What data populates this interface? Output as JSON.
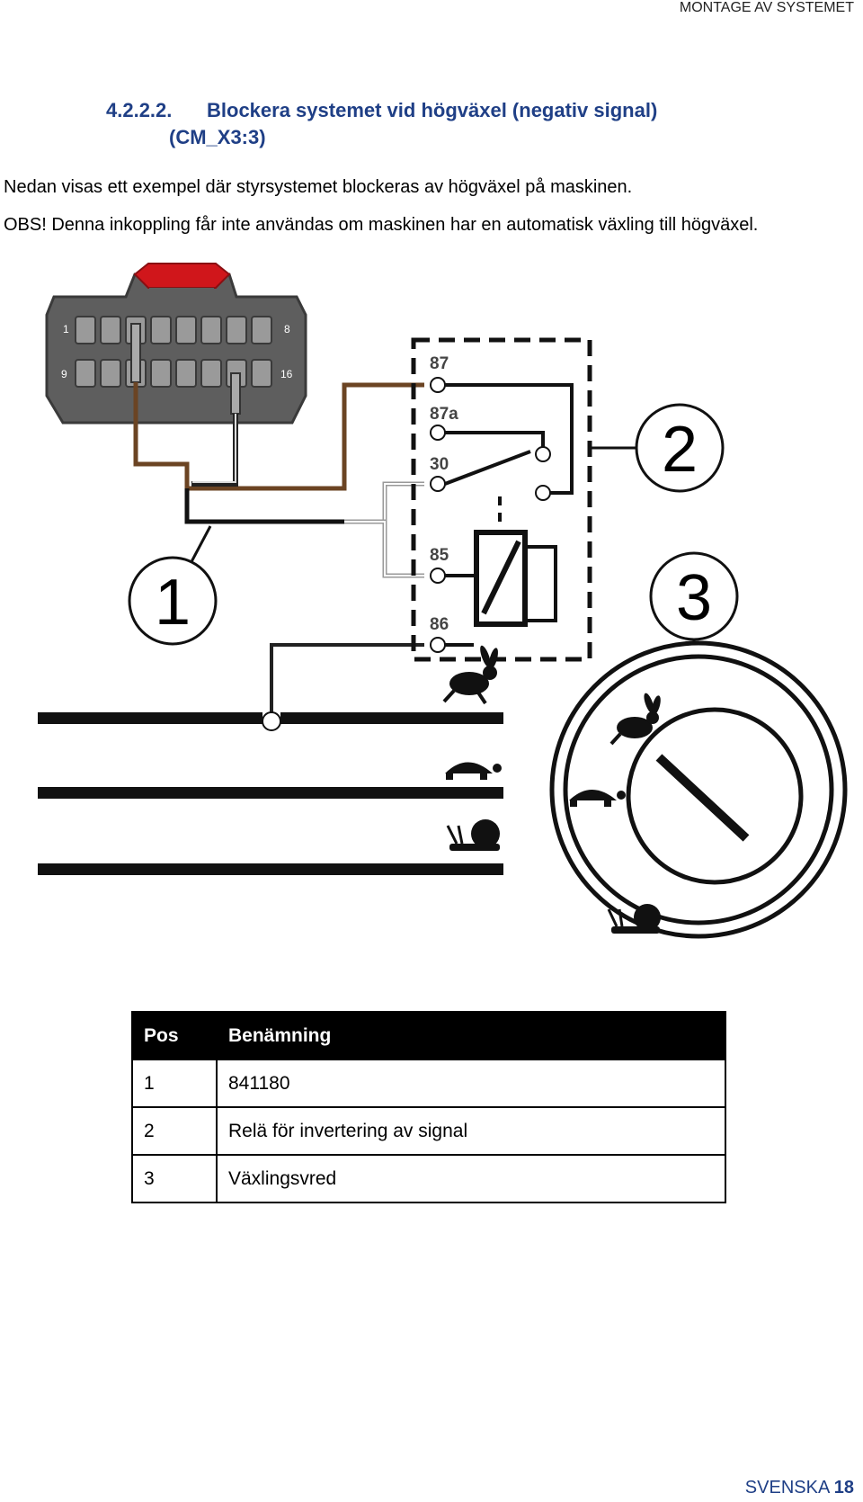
{
  "header": {
    "section": "MONTAGE AV SYSTEMET"
  },
  "heading": {
    "number": "4.2.2.2.",
    "title_line1": "Blockera systemet vid högväxel (negativ signal)",
    "title_line2": "(CM_X3:3)"
  },
  "body": {
    "paragraph1": "Nedan visas ett exempel där styrsystemet blockeras av högväxel på maskinen.",
    "paragraph2": "OBS! Denna inkoppling får inte användas om maskinen har en automatisk växling till högväxel."
  },
  "diagram": {
    "connector_pin_labels": [
      "1",
      "8",
      "9",
      "16"
    ],
    "relay_pins": [
      "87",
      "87a",
      "30",
      "85",
      "86"
    ],
    "callouts": [
      "1",
      "2",
      "3"
    ],
    "gear_icons": [
      "rabbit-icon",
      "turtle-icon",
      "snail-icon"
    ],
    "colors": {
      "wire_brown": "#6b4423",
      "connector_gray": "#6a6a6a",
      "connector_latch": "#d0161b"
    }
  },
  "parts_table": {
    "headers": [
      "Pos",
      "Benämning"
    ],
    "rows": [
      {
        "pos": "1",
        "name": "841180"
      },
      {
        "pos": "2",
        "name": "Relä för invertering av signal"
      },
      {
        "pos": "3",
        "name": "Växlingsvred"
      }
    ]
  },
  "footer": {
    "language": "SVENSKA",
    "page": "18"
  }
}
